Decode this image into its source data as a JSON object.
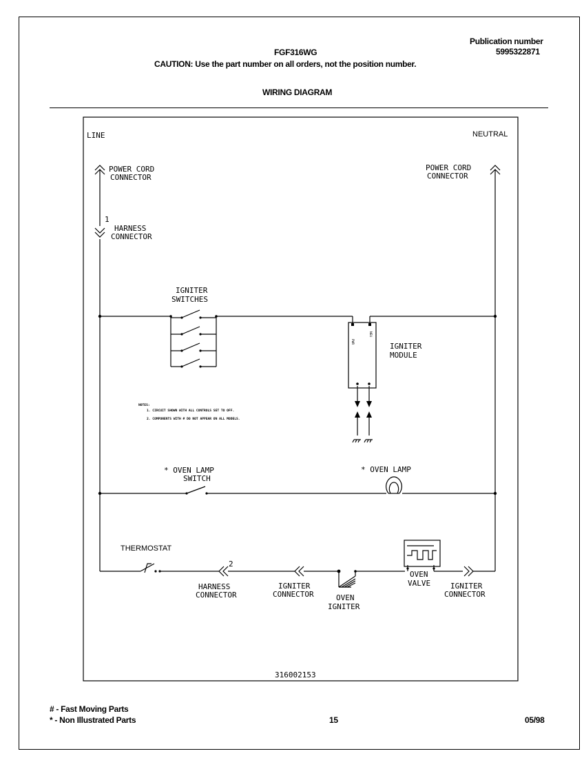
{
  "header": {
    "model": "FGF316WG",
    "caution": "CAUTION:  Use the part number on all orders, not the position number.",
    "publication_label": "Publication number",
    "publication_number": "5995322871",
    "section_title": "WIRING DIAGRAM"
  },
  "diagram": {
    "line": "LINE",
    "neutral": "NEUTRAL",
    "power_cord_connector_left": [
      "POWER CORD",
      "CONNECTOR"
    ],
    "power_cord_connector_right": [
      "POWER CORD",
      "CONNECTOR"
    ],
    "harness_connector_top": [
      "HARNESS",
      "CONNECTOR"
    ],
    "harness_position_top": "1",
    "igniter_switches": [
      "IGNITER",
      "SWITCHES"
    ],
    "igniter_module": [
      "IGNITER",
      "MODULE"
    ],
    "module_pin_left": "PWR",
    "module_pin_right": "NEU",
    "notes_title": "NOTES:",
    "notes": [
      "1.  CIRCUIT SHOWN WITH ALL CONTROLS SET TO OFF.",
      "2.  COMPONENTS WITH # DO NOT APPEAR ON ALL MODELS."
    ],
    "oven_lamp_switch": [
      "* OVEN LAMP",
      "SWITCH"
    ],
    "oven_lamp": "* OVEN LAMP",
    "thermostat": "THERMOSTAT",
    "harness_connector_bottom": [
      "HARNESS",
      "CONNECTOR"
    ],
    "harness_position_bottom": "2",
    "igniter_connector_left": [
      "IGNITER",
      "CONNECTOR"
    ],
    "oven_igniter": [
      "OVEN",
      "IGNITER"
    ],
    "oven_valve": [
      "OVEN",
      "VALVE"
    ],
    "igniter_connector_right": [
      "IGNITER",
      "CONNECTOR"
    ],
    "diagram_number": "316002153"
  },
  "footer": {
    "legend_fast": "# - Fast Moving Parts",
    "legend_non": "* - Non Illustrated Parts",
    "page_number": "15",
    "date": "05/98"
  }
}
